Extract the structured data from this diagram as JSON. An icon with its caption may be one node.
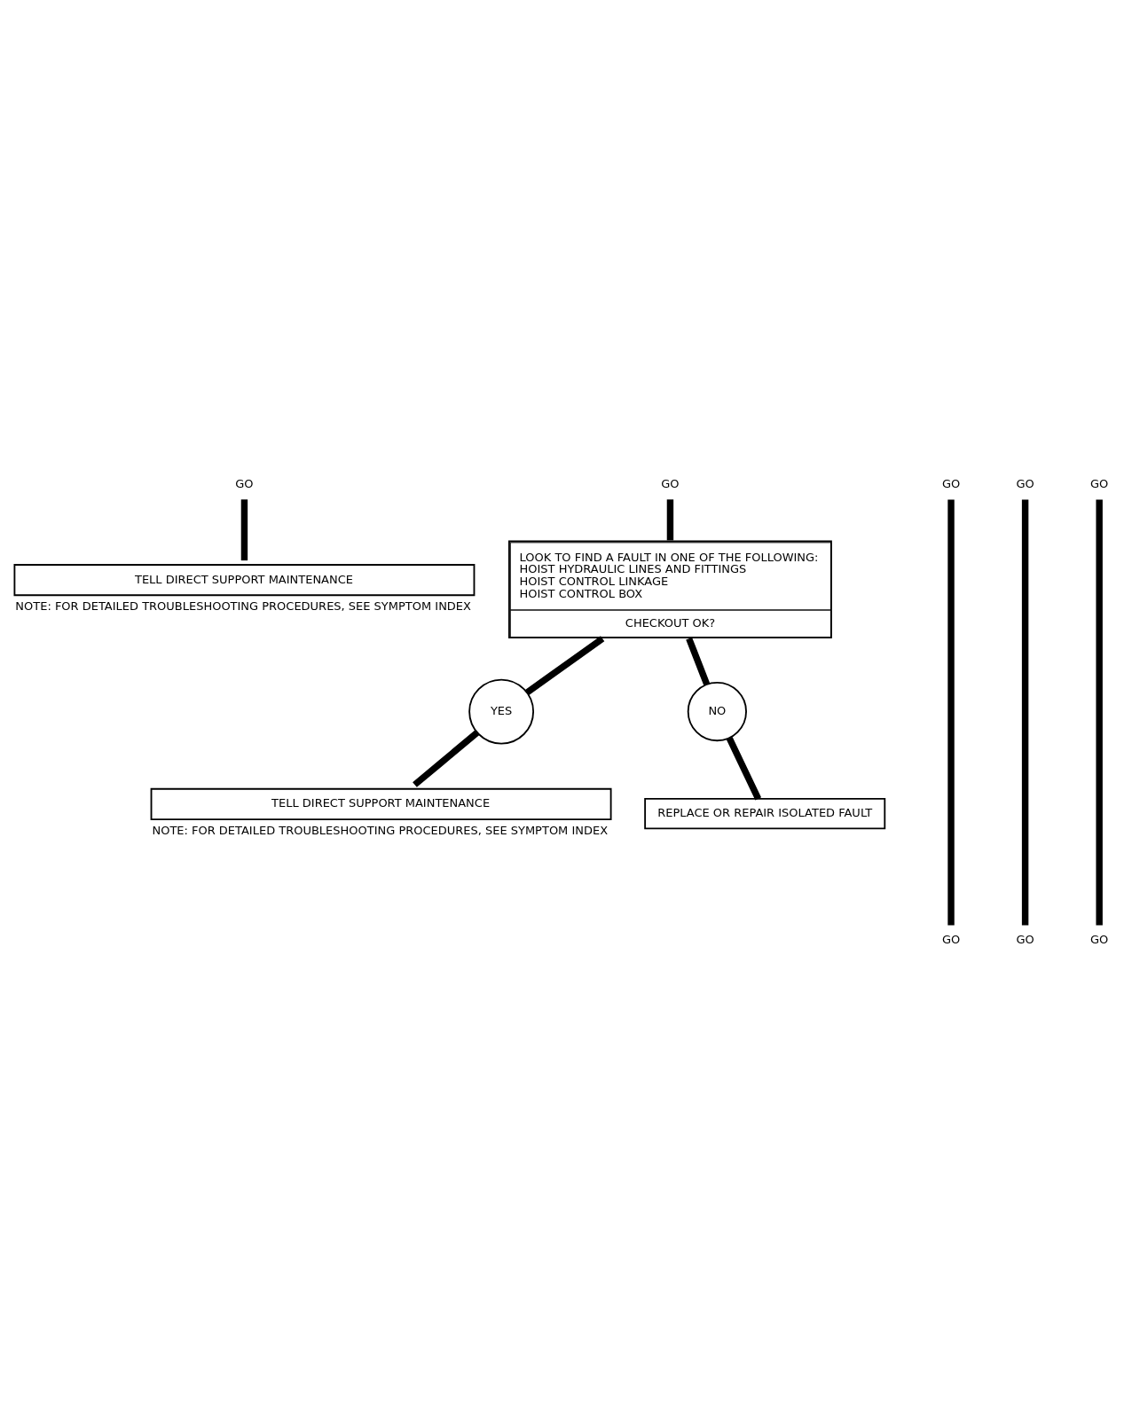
{
  "diagram": {
    "nodes": [
      {
        "text": [
          "GO"
        ]
      },
      {
        "text": [
          "GO"
        ]
      },
      {
        "text": [
          "GO"
        ]
      },
      {
        "text": [
          "GO"
        ]
      },
      {
        "text": [
          "GO"
        ]
      },
      {
        "text": [
          "TELL DIRECT SUPPORT MAINTENANCE"
        ],
        "beside": [
          "NOTE: FOR DETAILED TROUBLESHOOTING PROCEDURES, SEE SYMPTOM INDEX"
        ]
      },
      {
        "text": [
          "LOOK TO FIND A FAULT IN ONE OF THE FOLLOWING:",
          "HOIST HYDRAULIC LINES AND FITTINGS",
          "HOIST CONTROL LINKAGE",
          "HOIST CONTROL BOX",
          "CHECKOUT OK?"
        ]
      },
      {
        "text": [
          "YES"
        ]
      },
      {
        "text": [
          "NO"
        ]
      },
      {
        "text": [
          "REPLACE OR REPAIR ISOLATED FAULT"
        ]
      },
      {
        "text": [
          "TELL DIRECT SUPPORT MAINTENANCE"
        ],
        "beside": [
          "NOTE: FOR DETAILED TROUBLESHOOTING PROCEDURES, SEE SYMPTOM INDEX"
        ]
      },
      {
        "text": [
          "GO"
        ]
      },
      {
        "text": [
          "GO"
        ]
      },
      {
        "text": [
          "GO"
        ]
      }
    ],
    "edges": [
      {
        "from": 0,
        "to": 5,
        "arrow": "none"
      },
      {
        "from": 1,
        "to": 6,
        "arrow": "none"
      },
      {
        "from": 2,
        "to": 11,
        "arrow": "none"
      },
      {
        "from": 3,
        "to": 12,
        "arrow": "none"
      },
      {
        "from": 4,
        "to": 13,
        "arrow": "none"
      },
      {
        "from": 6,
        "to": 7,
        "arrow": "none"
      },
      {
        "from": 6,
        "to": 8,
        "arrow": "none"
      },
      {
        "from": 7,
        "to": 10,
        "arrow": "none"
      },
      {
        "from": 8,
        "to": 9,
        "arrow": "none"
      }
    ]
  }
}
